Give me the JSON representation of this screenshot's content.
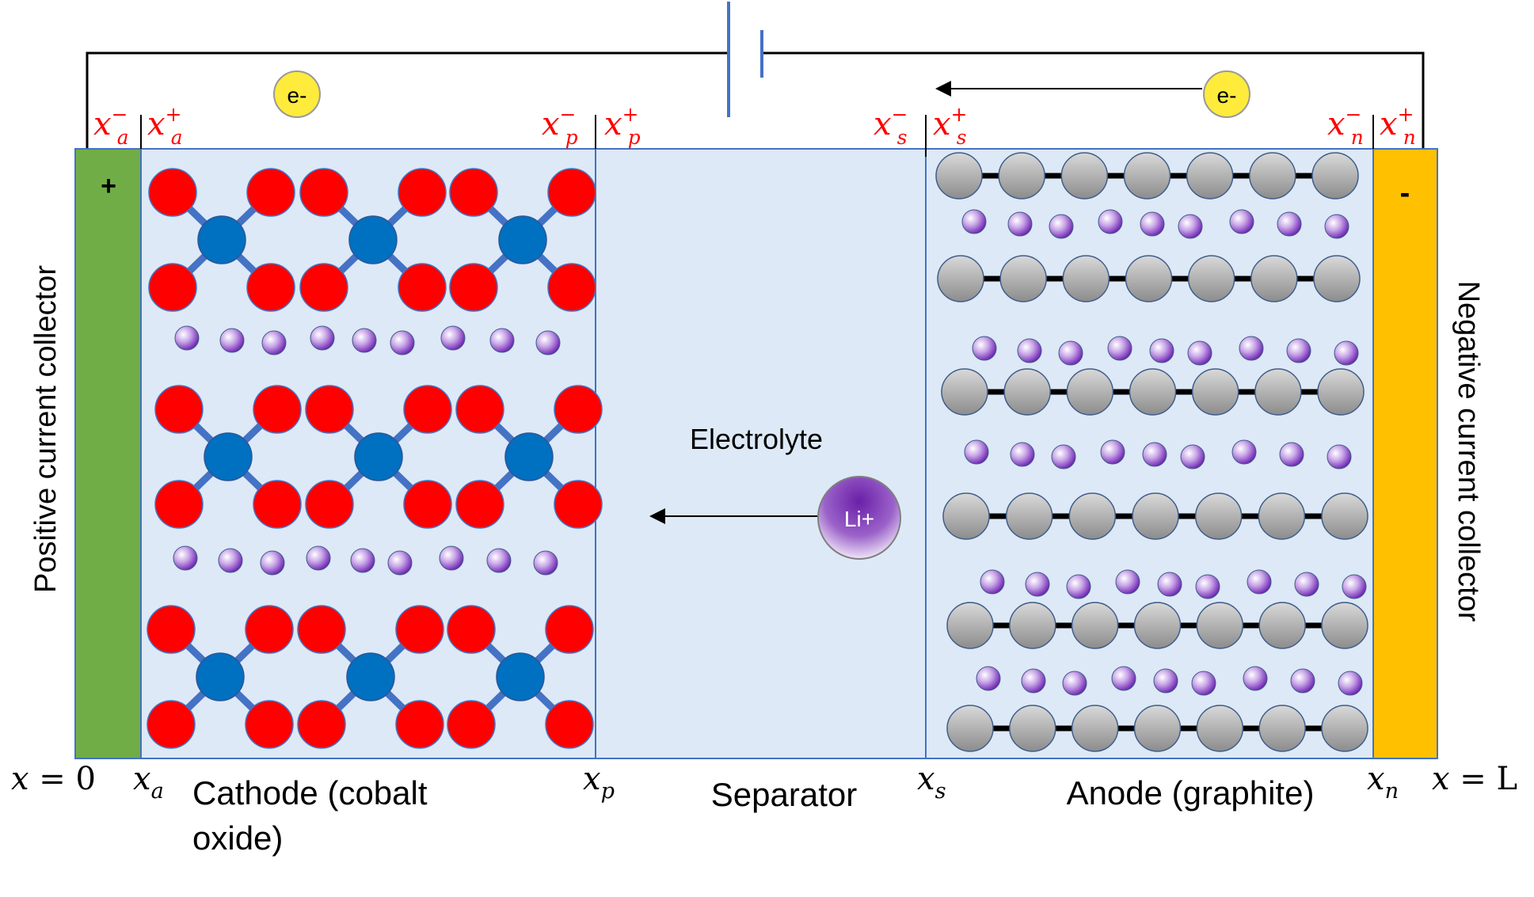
{
  "collectors": {
    "positive_label": "Positive current collector",
    "negative_label": "Negative current collector",
    "positive_sign": "+",
    "negative_sign": "-"
  },
  "regions": {
    "cathode_line1": "Cathode (cobalt",
    "cathode_line2": "oxide)",
    "separator": "Separator",
    "anode": "Anode (graphite)",
    "electrolyte": "Electrolyte"
  },
  "particles": {
    "electron_left": "e-",
    "electron_right": "e-",
    "lithium_ion": "Li+"
  },
  "boundaries": {
    "bottom": [
      {
        "var": "x",
        "sub": "",
        "eq": "= 0"
      },
      {
        "var": "x",
        "sub": "a",
        "eq": ""
      },
      {
        "var": "x",
        "sub": "p",
        "eq": ""
      },
      {
        "var": "x",
        "sub": "s",
        "eq": ""
      },
      {
        "var": "x",
        "sub": "n",
        "eq": ""
      },
      {
        "var": "x",
        "sub": "",
        "eq": "= L"
      }
    ],
    "top": [
      {
        "var": "x",
        "sub": "a",
        "sup": "−"
      },
      {
        "var": "x",
        "sub": "a",
        "sup": "+"
      },
      {
        "var": "x",
        "sub": "p",
        "sup": "−"
      },
      {
        "var": "x",
        "sub": "p",
        "sup": "+"
      },
      {
        "var": "x",
        "sub": "s",
        "sup": "−"
      },
      {
        "var": "x",
        "sub": "s",
        "sup": "+"
      },
      {
        "var": "x",
        "sub": "n",
        "sup": "−"
      },
      {
        "var": "x",
        "sub": "n",
        "sup": "+"
      }
    ]
  },
  "colors": {
    "positive_collector": "#70ad47",
    "negative_collector": "#ffc000",
    "electrolyte_bg": "#dde9f6",
    "border": "#4472c4",
    "oxygen": "#ff0000",
    "cobalt": "#0070c0",
    "bond": "#4472c4",
    "boundary_label": "#ff0000",
    "electron": "#ffeb3b",
    "lithium": "#7030a0"
  }
}
